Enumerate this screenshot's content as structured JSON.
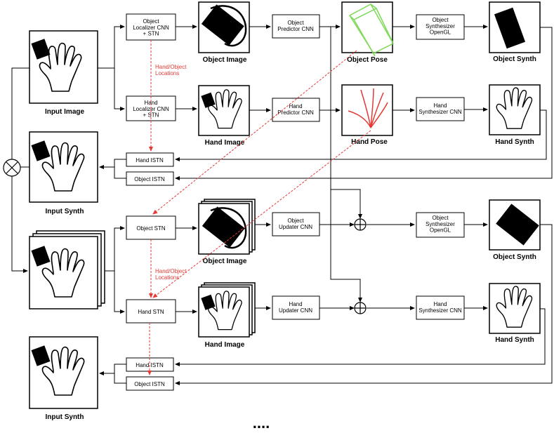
{
  "nodes": {
    "object_localizer": "Object\nLocalizer CNN\n+ STN",
    "hand_localizer": "Hand\nLocalizer CNN\n+ STN",
    "object_predictor": "Object\nPredictor CNN",
    "hand_predictor": "Hand\nPredictor CNN",
    "object_synth_gl_top": "Object\nSynthesizer\nOpenGL",
    "hand_synth_cnn_top": "Hand\nSynthesizer CNN",
    "hand_istn_top": "Hand ISTN",
    "object_istn_top": "Object ISTN",
    "object_stn": "Object STN",
    "hand_stn": "Hand STN",
    "object_updater": "Object\nUpdater CNN",
    "hand_updater": "Hand\nUpdater CNN",
    "object_synth_gl_bottom": "Object\nSynthesizer\nOpenGL",
    "hand_synth_cnn_bottom": "Hand\nSynthesizer CNN",
    "hand_istn_bottom": "Hand ISTN",
    "object_istn_bottom": "Object ISTN"
  },
  "captions": {
    "input_image": "Input Image",
    "object_image_top": "Object Image",
    "object_pose": "Object Pose",
    "object_synth_top": "Object Synth",
    "hand_image_top": "Hand Image",
    "hand_pose": "Hand Pose",
    "hand_synth_top": "Hand Synth",
    "input_synth_mid": "Input Synth",
    "object_image_bottom": "Object Image",
    "object_synth_bottom": "Object Synth",
    "hand_image_bottom": "Hand Image",
    "hand_synth_bottom": "Hand Synth",
    "input_synth_bottom": "Input Synth"
  },
  "annotations": {
    "locations_top": "Hand/Object\nLocations",
    "locations_bottom": "Hand/Object\nLocations",
    "continuation": "...."
  },
  "colors": {
    "stroke": "#000000",
    "location_arrow": "#e53935",
    "pose_wireframe": "#7ed957",
    "pose_skeleton": "#e53935"
  }
}
